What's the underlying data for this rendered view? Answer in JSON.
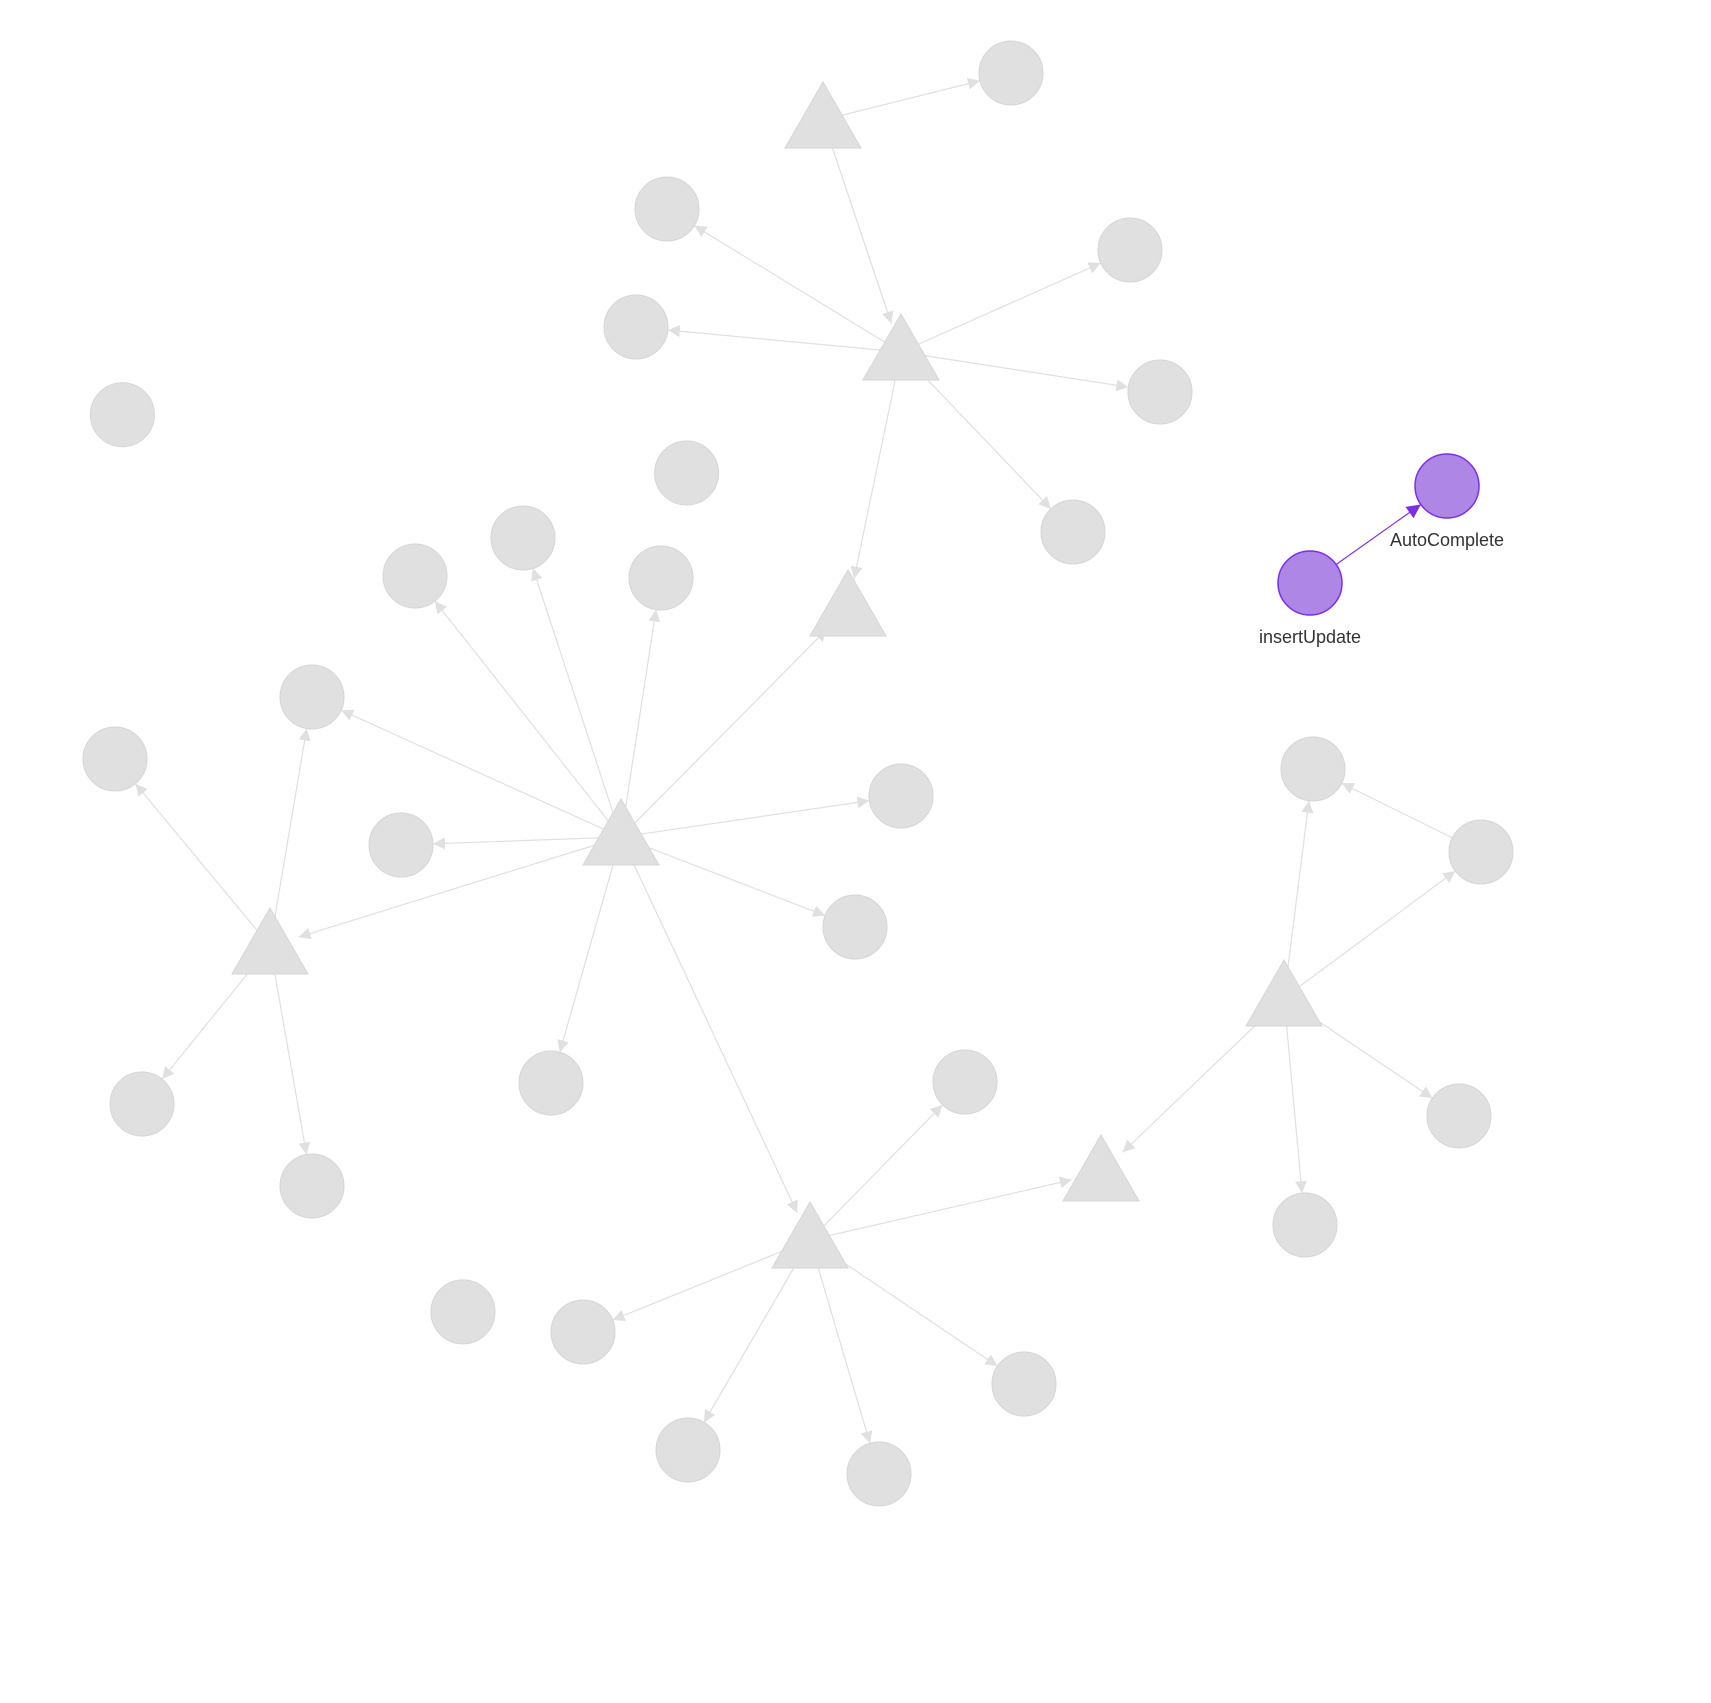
{
  "colors": {
    "dim_fill": "#e0e0e0",
    "dim_stroke": "#d6d6d6",
    "dim_edge": "#e0e0e0",
    "highlight_fill": "#ae87e6",
    "highlight_stroke": "#7b2fe8",
    "highlight_edge": "#7b2fe8"
  },
  "nodes": [
    {
      "id": "insertUpdate",
      "label": "insertUpdate",
      "shape": "circle",
      "highlighted": true
    },
    {
      "id": "AutoComplete",
      "label": "AutoComplete",
      "shape": "circle",
      "highlighted": true
    },
    {
      "id": "t1",
      "label": "",
      "shape": "triangle",
      "highlighted": false
    },
    {
      "id": "t2",
      "label": "",
      "shape": "triangle",
      "highlighted": false
    },
    {
      "id": "t3",
      "label": "",
      "shape": "triangle",
      "highlighted": false
    },
    {
      "id": "t4",
      "label": "",
      "shape": "triangle",
      "highlighted": false
    },
    {
      "id": "t5",
      "label": "",
      "shape": "triangle",
      "highlighted": false
    },
    {
      "id": "t6",
      "label": "",
      "shape": "triangle",
      "highlighted": false
    },
    {
      "id": "t7",
      "label": "",
      "shape": "triangle",
      "highlighted": false
    },
    {
      "id": "t8",
      "label": "",
      "shape": "triangle",
      "highlighted": false
    },
    {
      "id": "c1",
      "label": "",
      "shape": "circle",
      "highlighted": false
    },
    {
      "id": "c2",
      "label": "",
      "shape": "circle",
      "highlighted": false
    },
    {
      "id": "c3",
      "label": "",
      "shape": "circle",
      "highlighted": false
    },
    {
      "id": "c4",
      "label": "",
      "shape": "circle",
      "highlighted": false
    },
    {
      "id": "c5",
      "label": "",
      "shape": "circle",
      "highlighted": false
    },
    {
      "id": "c6",
      "label": "",
      "shape": "circle",
      "highlighted": false
    },
    {
      "id": "c7",
      "label": "",
      "shape": "circle",
      "highlighted": false
    },
    {
      "id": "c8",
      "label": "",
      "shape": "circle",
      "highlighted": false
    },
    {
      "id": "c9",
      "label": "",
      "shape": "circle",
      "highlighted": false
    },
    {
      "id": "c10",
      "label": "",
      "shape": "circle",
      "highlighted": false
    },
    {
      "id": "c11",
      "label": "",
      "shape": "circle",
      "highlighted": false
    },
    {
      "id": "c12",
      "label": "",
      "shape": "circle",
      "highlighted": false
    },
    {
      "id": "c13",
      "label": "",
      "shape": "circle",
      "highlighted": false
    },
    {
      "id": "c14",
      "label": "",
      "shape": "circle",
      "highlighted": false
    },
    {
      "id": "c15",
      "label": "",
      "shape": "circle",
      "highlighted": false
    },
    {
      "id": "c16",
      "label": "",
      "shape": "circle",
      "highlighted": false
    },
    {
      "id": "c17",
      "label": "",
      "shape": "circle",
      "highlighted": false
    },
    {
      "id": "c18",
      "label": "",
      "shape": "circle",
      "highlighted": false
    },
    {
      "id": "c19",
      "label": "",
      "shape": "circle",
      "highlighted": false
    },
    {
      "id": "c20",
      "label": "",
      "shape": "circle",
      "highlighted": false
    },
    {
      "id": "c21",
      "label": "",
      "shape": "circle",
      "highlighted": false
    },
    {
      "id": "c22",
      "label": "",
      "shape": "circle",
      "highlighted": false
    },
    {
      "id": "c23",
      "label": "",
      "shape": "circle",
      "highlighted": false
    },
    {
      "id": "c24",
      "label": "",
      "shape": "circle",
      "highlighted": false
    },
    {
      "id": "c25",
      "label": "",
      "shape": "circle",
      "highlighted": false
    },
    {
      "id": "c26",
      "label": "",
      "shape": "circle",
      "highlighted": false
    },
    {
      "id": "c27",
      "label": "",
      "shape": "circle",
      "highlighted": false
    },
    {
      "id": "c28",
      "label": "",
      "shape": "circle",
      "highlighted": false
    },
    {
      "id": "c29",
      "label": "",
      "shape": "circle",
      "highlighted": false
    }
  ],
  "edges": [
    {
      "from": "insertUpdate",
      "to": "AutoComplete",
      "highlighted": true
    },
    {
      "from": "t1",
      "to": "c1"
    },
    {
      "from": "t1",
      "to": "t2"
    },
    {
      "from": "t2",
      "to": "c2"
    },
    {
      "from": "t2",
      "to": "c3"
    },
    {
      "from": "t2",
      "to": "c4"
    },
    {
      "from": "t2",
      "to": "c5"
    },
    {
      "from": "t2",
      "to": "c6"
    },
    {
      "from": "t2",
      "to": "t3"
    },
    {
      "from": "t4",
      "to": "c7"
    },
    {
      "from": "t4",
      "to": "c8"
    },
    {
      "from": "t4",
      "to": "c9"
    },
    {
      "from": "t4",
      "to": "t3"
    },
    {
      "from": "t4",
      "to": "c10"
    },
    {
      "from": "t4",
      "to": "c11"
    },
    {
      "from": "t4",
      "to": "c12"
    },
    {
      "from": "t4",
      "to": "c13"
    },
    {
      "from": "t4",
      "to": "c14"
    },
    {
      "from": "t4",
      "to": "t5"
    },
    {
      "from": "t4",
      "to": "t6"
    },
    {
      "from": "t5",
      "to": "c15"
    },
    {
      "from": "t5",
      "to": "c10"
    },
    {
      "from": "t5",
      "to": "c16"
    },
    {
      "from": "t5",
      "to": "c17"
    },
    {
      "from": "t6",
      "to": "c18"
    },
    {
      "from": "t6",
      "to": "t7"
    },
    {
      "from": "t6",
      "to": "c19"
    },
    {
      "from": "t6",
      "to": "c20"
    },
    {
      "from": "t6",
      "to": "c21"
    },
    {
      "from": "t6",
      "to": "c22"
    },
    {
      "from": "t8",
      "to": "c23"
    },
    {
      "from": "t8",
      "to": "c24"
    },
    {
      "from": "c24",
      "to": "c23"
    },
    {
      "from": "t8",
      "to": "c25"
    },
    {
      "from": "t8",
      "to": "c26"
    },
    {
      "from": "t8",
      "to": "t7"
    }
  ]
}
